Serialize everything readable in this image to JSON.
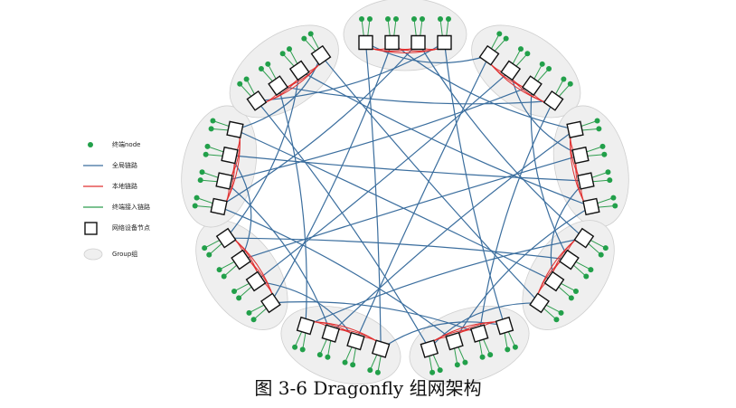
{
  "caption": "图 3-6 Dragonfly 组网架构",
  "legend": {
    "terminal": "终端node",
    "global_link": "全局链路",
    "local_link": "本地链路",
    "access_link": "终端接入链路",
    "switch": "网络设备节点",
    "group": "Group组"
  },
  "colors": {
    "global_link": "#3b6e9e",
    "local_link": "#e03030",
    "access_link": "#2f9e4f",
    "terminal": "#22a04a",
    "group_fill": "#efefef",
    "group_stroke": "#cfcfcf",
    "switch_stroke": "#111111"
  },
  "diagram": {
    "group_count": 9,
    "switches_per_group": 4,
    "terminals_per_switch": 2,
    "groups": [
      {
        "id": "group-1"
      },
      {
        "id": "group-2"
      },
      {
        "id": "group-3"
      },
      {
        "id": "group-4"
      },
      {
        "id": "group-5"
      },
      {
        "id": "group-6"
      },
      {
        "id": "group-7"
      },
      {
        "id": "group-8"
      },
      {
        "id": "group-9"
      }
    ]
  }
}
